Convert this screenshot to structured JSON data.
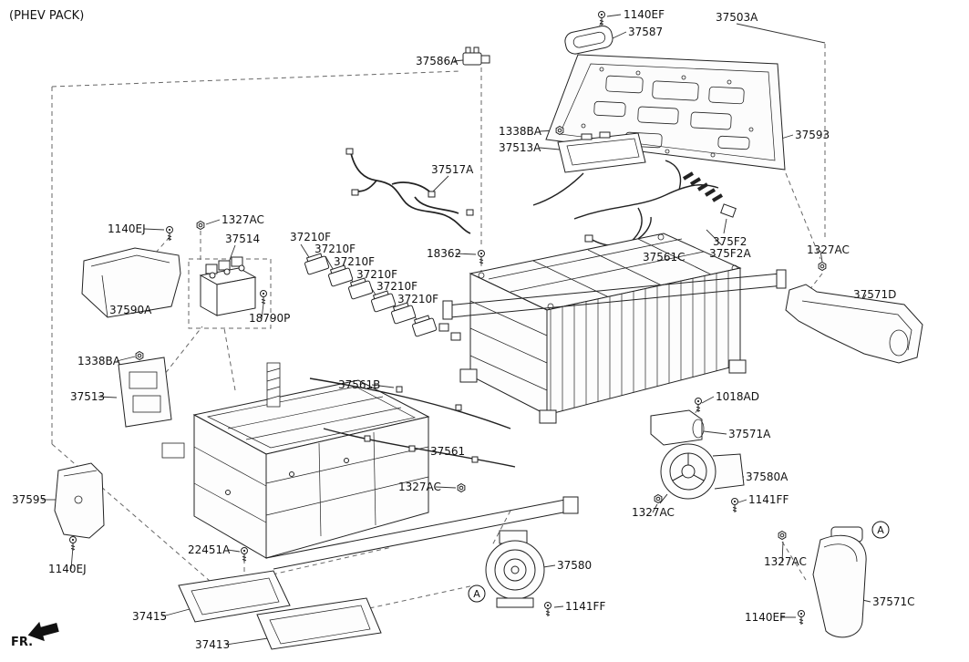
{
  "page": {
    "title": "(PHEV PACK)",
    "direction_label": "FR."
  },
  "diagram": {
    "view_marker": "A",
    "part_labels": [
      "1140EF",
      "37587",
      "37503A",
      "37586A",
      "1338BA",
      "37513A",
      "37593",
      "37517A",
      "1140EJ",
      "1327AC",
      "37514",
      "37210F",
      "37210F",
      "37210F",
      "37210F",
      "37210F",
      "37210F",
      "18362",
      "375F2",
      "375F2A",
      "37561C",
      "1327AC",
      "37571D",
      "37590A",
      "18790P",
      "1338BA",
      "37513",
      "37561B",
      "1018AD",
      "37571A",
      "37561",
      "1327AC",
      "37580A",
      "1141FF",
      "1327AC",
      "37595",
      "22451A",
      "1140EJ",
      "37580",
      "37415",
      "1141FF",
      "37413",
      "1327AC",
      "1140EF",
      "37571C"
    ]
  }
}
